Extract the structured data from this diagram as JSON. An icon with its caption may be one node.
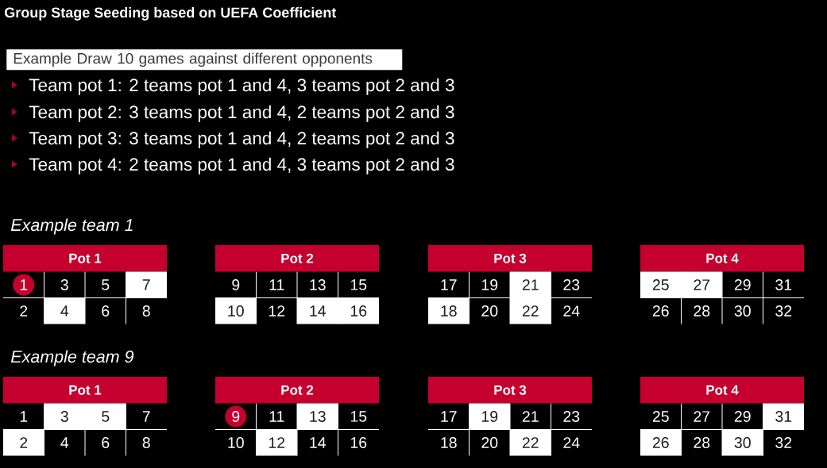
{
  "diagram": {
    "title": "Group Stage Seeding based on UEFA Coefficient",
    "nodes": [
      {
        "text": [
          "Example Draw 10 games against different opponents"
        ]
      },
      {
        "text": [
          "Pot 1"
        ]
      },
      {
        "text": [
          "1"
        ]
      },
      {
        "text": [
          "3"
        ]
      },
      {
        "text": [
          "5"
        ]
      },
      {
        "text": [
          "7"
        ]
      },
      {
        "text": [
          "2"
        ]
      },
      {
        "text": [
          "4"
        ]
      },
      {
        "text": [
          "6"
        ]
      },
      {
        "text": [
          "8"
        ]
      },
      {
        "text": [
          "Pot 2"
        ]
      },
      {
        "text": [
          "9"
        ]
      },
      {
        "text": [
          "11"
        ]
      },
      {
        "text": [
          "13"
        ]
      },
      {
        "text": [
          "15"
        ]
      },
      {
        "text": [
          "10"
        ]
      },
      {
        "text": [
          "12"
        ]
      },
      {
        "text": [
          "14"
        ]
      },
      {
        "text": [
          "16"
        ]
      },
      {
        "text": [
          "Pot 3"
        ]
      },
      {
        "text": [
          "17"
        ]
      },
      {
        "text": [
          "19"
        ]
      },
      {
        "text": [
          "21"
        ]
      },
      {
        "text": [
          "23"
        ]
      },
      {
        "text": [
          "18"
        ]
      },
      {
        "text": [
          "20"
        ]
      },
      {
        "text": [
          "22"
        ]
      },
      {
        "text": [
          "24"
        ]
      },
      {
        "text": [
          "Pot 4"
        ]
      },
      {
        "text": [
          "25"
        ]
      },
      {
        "text": [
          "27"
        ]
      },
      {
        "text": [
          "29"
        ]
      },
      {
        "text": [
          "31"
        ]
      },
      {
        "text": [
          "26"
        ]
      },
      {
        "text": [
          "28"
        ]
      },
      {
        "text": [
          "30"
        ]
      },
      {
        "text": [
          "32"
        ]
      },
      {
        "text": [
          "Pot 1"
        ]
      },
      {
        "text": [
          "1"
        ]
      },
      {
        "text": [
          "3"
        ]
      },
      {
        "text": [
          "5"
        ]
      },
      {
        "text": [
          "7"
        ]
      },
      {
        "text": [
          "2"
        ]
      },
      {
        "text": [
          "4"
        ]
      },
      {
        "text": [
          "6"
        ]
      },
      {
        "text": [
          "8"
        ]
      },
      {
        "text": [
          "Pot 2"
        ]
      },
      {
        "text": [
          "9"
        ]
      },
      {
        "text": [
          "11"
        ]
      },
      {
        "text": [
          "13"
        ]
      },
      {
        "text": [
          "15"
        ]
      },
      {
        "text": [
          "10"
        ]
      },
      {
        "text": [
          "12"
        ]
      },
      {
        "text": [
          "14"
        ]
      },
      {
        "text": [
          "16"
        ]
      },
      {
        "text": [
          "Pot 3"
        ]
      },
      {
        "text": [
          "17"
        ]
      },
      {
        "text": [
          "19"
        ]
      },
      {
        "text": [
          "21"
        ]
      },
      {
        "text": [
          "23"
        ]
      },
      {
        "text": [
          "18"
        ]
      },
      {
        "text": [
          "20"
        ]
      },
      {
        "text": [
          "22"
        ]
      },
      {
        "text": [
          "24"
        ]
      },
      {
        "text": [
          "Pot 4"
        ]
      },
      {
        "text": [
          "25"
        ]
      },
      {
        "text": [
          "27"
        ]
      },
      {
        "text": [
          "29"
        ]
      },
      {
        "text": [
          "31"
        ]
      },
      {
        "text": [
          "26"
        ]
      },
      {
        "text": [
          "28"
        ]
      },
      {
        "text": [
          "30"
        ]
      },
      {
        "text": [
          "32"
        ]
      }
    ],
    "labels": [
      "Team pot 1: 2 teams pot 1 and 4, 3 teams pot 2 and 3",
      "Team pot 2: 3 teams pot 1 and 4, 2 teams pot 2 and 3",
      "Team pot 3: 3 teams pot 1 and 4, 2 teams pot 2 and 3",
      "Team pot 4: 2 teams pot 1 and 4, 3 teams pot 2 and 3",
      "Example team 1",
      "Example team 9"
    ]
  }
}
